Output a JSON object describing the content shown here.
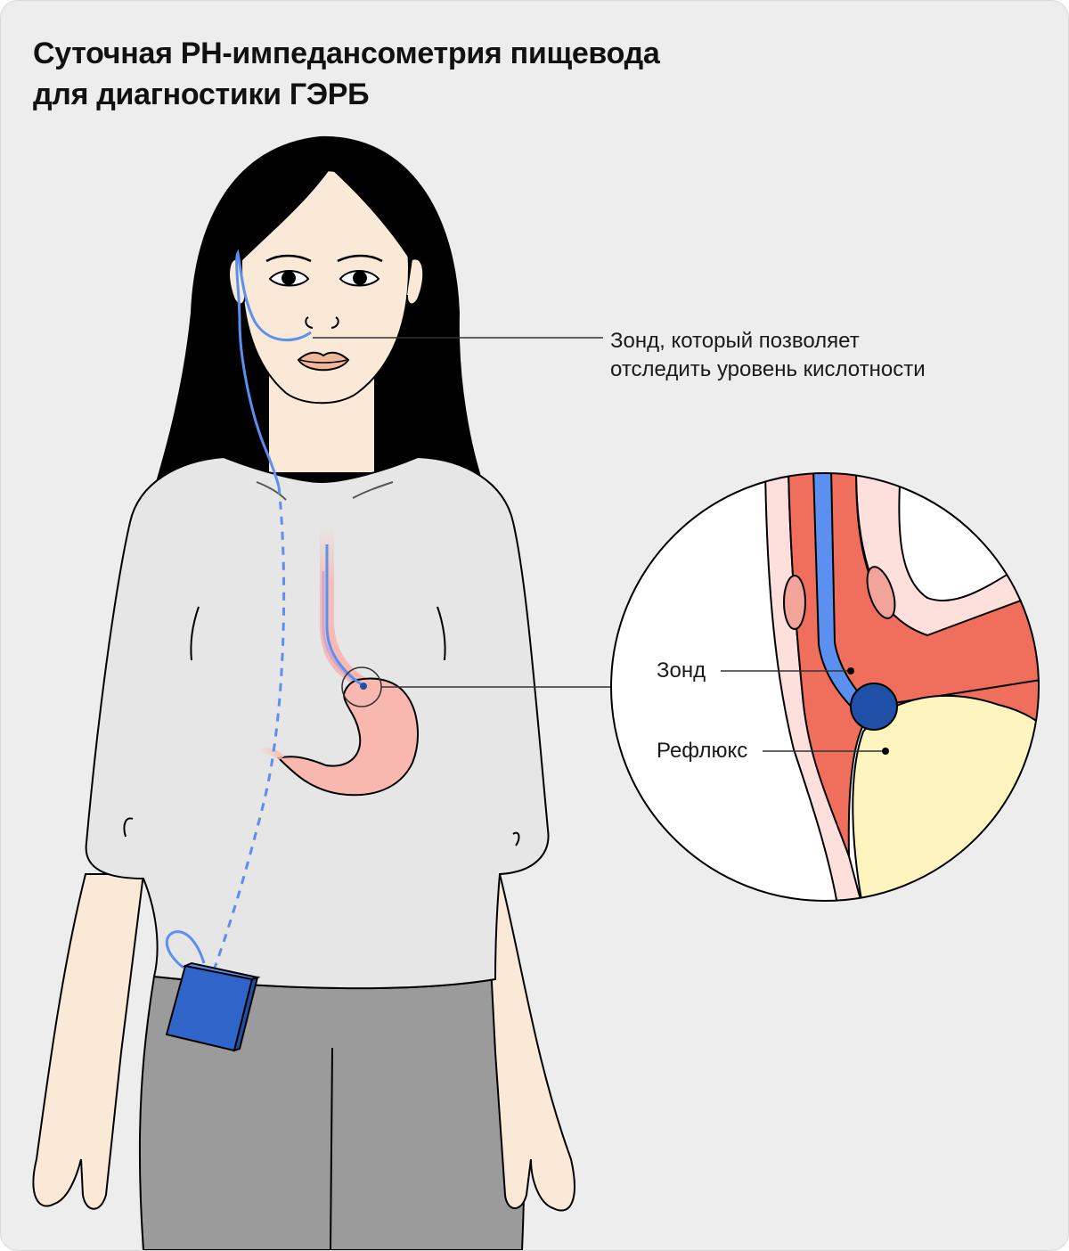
{
  "title": {
    "line1": "Суточная PH-импедансометрия пищевода",
    "line2": "для диагностики ГЭРБ"
  },
  "labels": {
    "probe_main": {
      "line1": "Зонд, который позволяет",
      "line2": "отследить уровень кислотности"
    },
    "zoom_probe": "Зонд",
    "zoom_reflux": "Рефлюкс"
  },
  "colors": {
    "background": "#ededed",
    "hair": "#000000",
    "skin": "#fbe9d7",
    "shirt": "#e6e6e6",
    "pants": "#9b9b9b",
    "probe_wire": "#5b8ff0",
    "device": "#2f64c8",
    "stomach": "#f8b8b0",
    "esophagus_wall": "#ef6e5c",
    "mucosa": "#fde0dc",
    "reflux": "#fdf4c0",
    "probe_tip": "#1f4fa6"
  }
}
